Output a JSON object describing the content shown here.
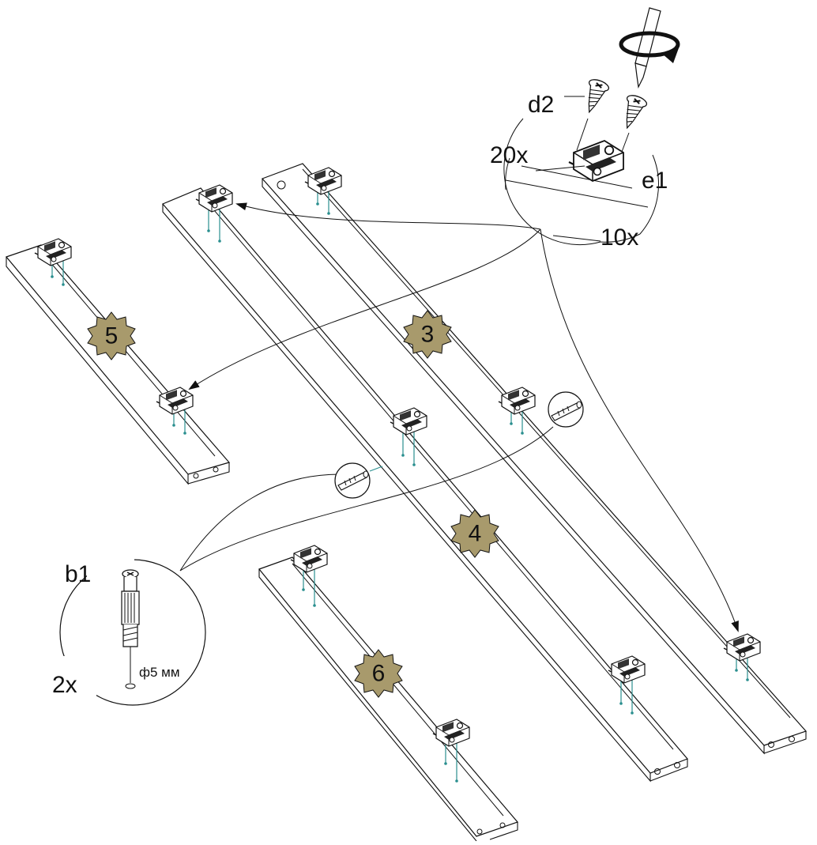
{
  "labels": {
    "d2": "d2",
    "qty_d2": "20x",
    "e1": "e1",
    "qty_e1": "10x",
    "b1": "b1",
    "qty_b1": "2x",
    "diameter": "ф5 мм"
  },
  "badges": {
    "panel_3": "3",
    "panel_4": "4",
    "panel_5": "5",
    "panel_6": "6"
  },
  "colors": {
    "badge_fill": "#a89a6c",
    "pin": "#2a8f8f",
    "line": "#111111"
  },
  "icons": [
    "screwdriver-icon",
    "rotation-arrow-icon",
    "screw-icon",
    "hinge-plate-icon",
    "dowel-icon"
  ]
}
